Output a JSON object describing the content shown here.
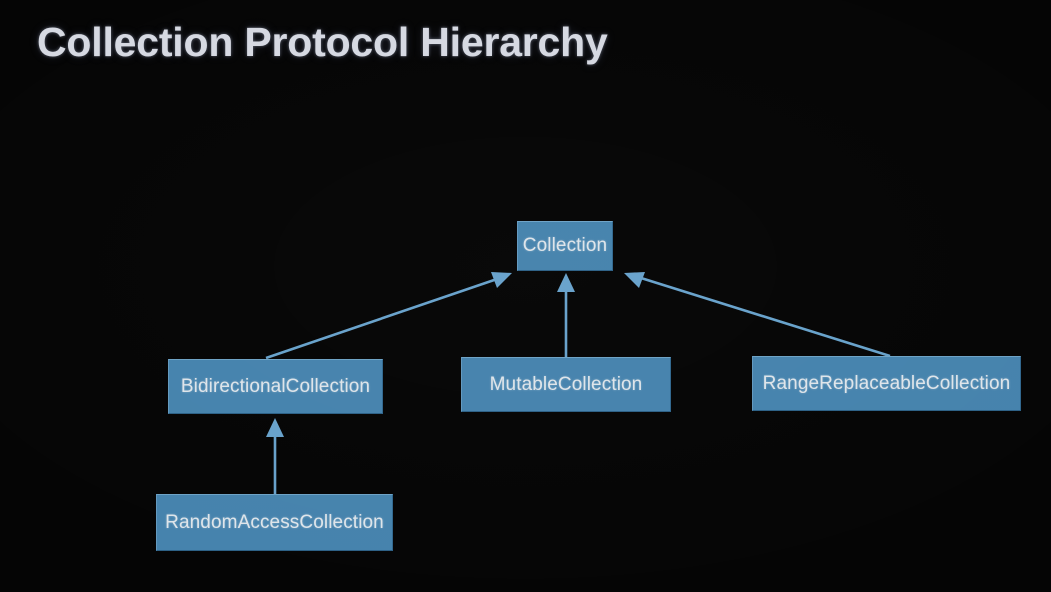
{
  "slide": {
    "title": "Collection Protocol Hierarchy",
    "background_color": "#050505",
    "title_color": "#d6d9e2",
    "node_fill_color": "#4683ad",
    "node_text_color": "#dfe5ea",
    "edge_color": "#68a2cb"
  },
  "diagram": {
    "type": "hierarchy",
    "root": "Collection",
    "nodes": [
      {
        "id": "collection",
        "label": "Collection",
        "level": 0
      },
      {
        "id": "bidirectional",
        "label": "BidirectionalCollection",
        "level": 1
      },
      {
        "id": "mutable",
        "label": "MutableCollection",
        "level": 1
      },
      {
        "id": "rangereplaceable",
        "label": "RangeReplaceableCollection",
        "level": 1
      },
      {
        "id": "randomaccess",
        "label": "RandomAccessCollection",
        "level": 2
      }
    ],
    "edges": [
      {
        "from": "bidirectional",
        "to": "collection",
        "arrow": "to-parent"
      },
      {
        "from": "mutable",
        "to": "collection",
        "arrow": "to-parent"
      },
      {
        "from": "rangereplaceable",
        "to": "collection",
        "arrow": "to-parent"
      },
      {
        "from": "randomaccess",
        "to": "bidirectional",
        "arrow": "to-parent"
      }
    ]
  }
}
